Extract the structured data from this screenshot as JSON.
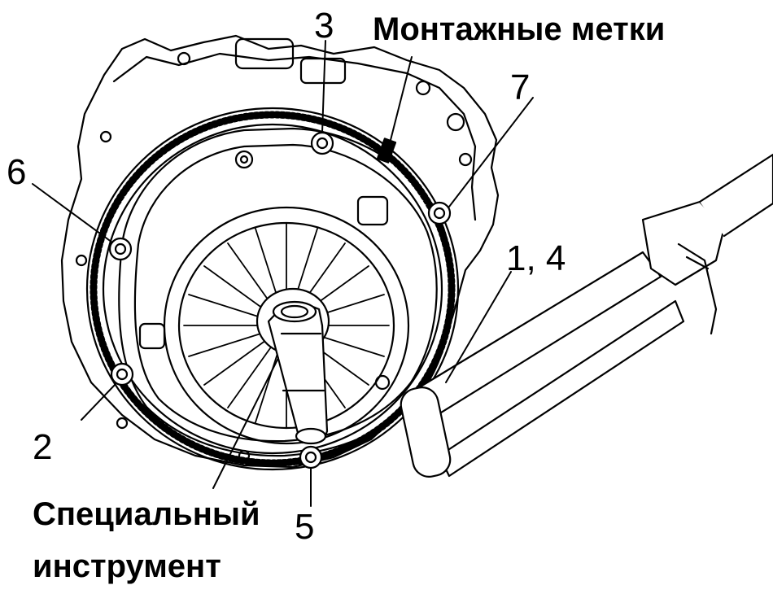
{
  "labels": {
    "bolt_1_4": "1, 4",
    "bolt_2": "2",
    "bolt_3": "3",
    "bolt_5": "5",
    "bolt_6": "6",
    "bolt_7": "7",
    "mounting_marks": "Монтажные метки",
    "special_tool_line1": "Специальный",
    "special_tool_line2": "инструмент"
  },
  "colors": {
    "ink": "#000000",
    "paper": "#ffffff"
  }
}
